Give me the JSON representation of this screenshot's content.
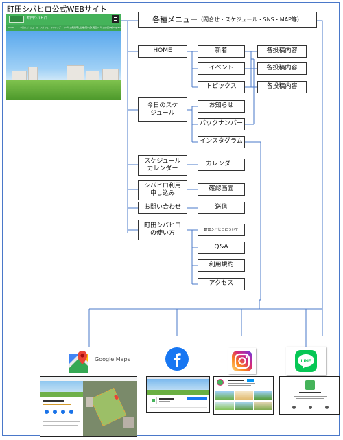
{
  "site_title": "町田シバヒロ公式WEBサイト",
  "site_mock": {
    "name": "町田シバヒロ",
    "nav": [
      "HOME",
      "今日のスケジュール",
      "スケジュールカレンダー",
      "シバヒロ利用申し込み",
      "お問い合わせ",
      "町田シバヒロの使い方",
      "Instagram"
    ]
  },
  "menu": {
    "label": "各種メニュー",
    "note": "（問合せ・スケジュール・SNS・MAP等）"
  },
  "nodes": {
    "home": "HOME",
    "shinchaku": "新着",
    "event": "イベント",
    "topics": "トピックス",
    "post1": "各投稿内容",
    "post2": "各投稿内容",
    "post3": "各投稿内容",
    "today": "今日のスケ\nジュール",
    "oshirase": "お知らせ",
    "backnumber": "バックナンバー",
    "instagram": "インスタグラム",
    "schedule_cal": "スケジュール\nカレンダー",
    "calendar": "カレンダー",
    "apply": "シバヒロ利用\n申し込み",
    "confirm": "確認画面",
    "contact": "お問い合わせ",
    "send": "送信",
    "howto": "町田シバヒロ\nの使い方",
    "about": "町田シバヒロについて",
    "qa": "Q&A",
    "terms": "利用規約",
    "access": "アクセス"
  },
  "icons": {
    "google_maps": "Google Maps"
  },
  "colors": {
    "frame": "#4a78c9",
    "site_green": "#45b35a",
    "facebook": "#1877f2",
    "line": "#06c755"
  }
}
